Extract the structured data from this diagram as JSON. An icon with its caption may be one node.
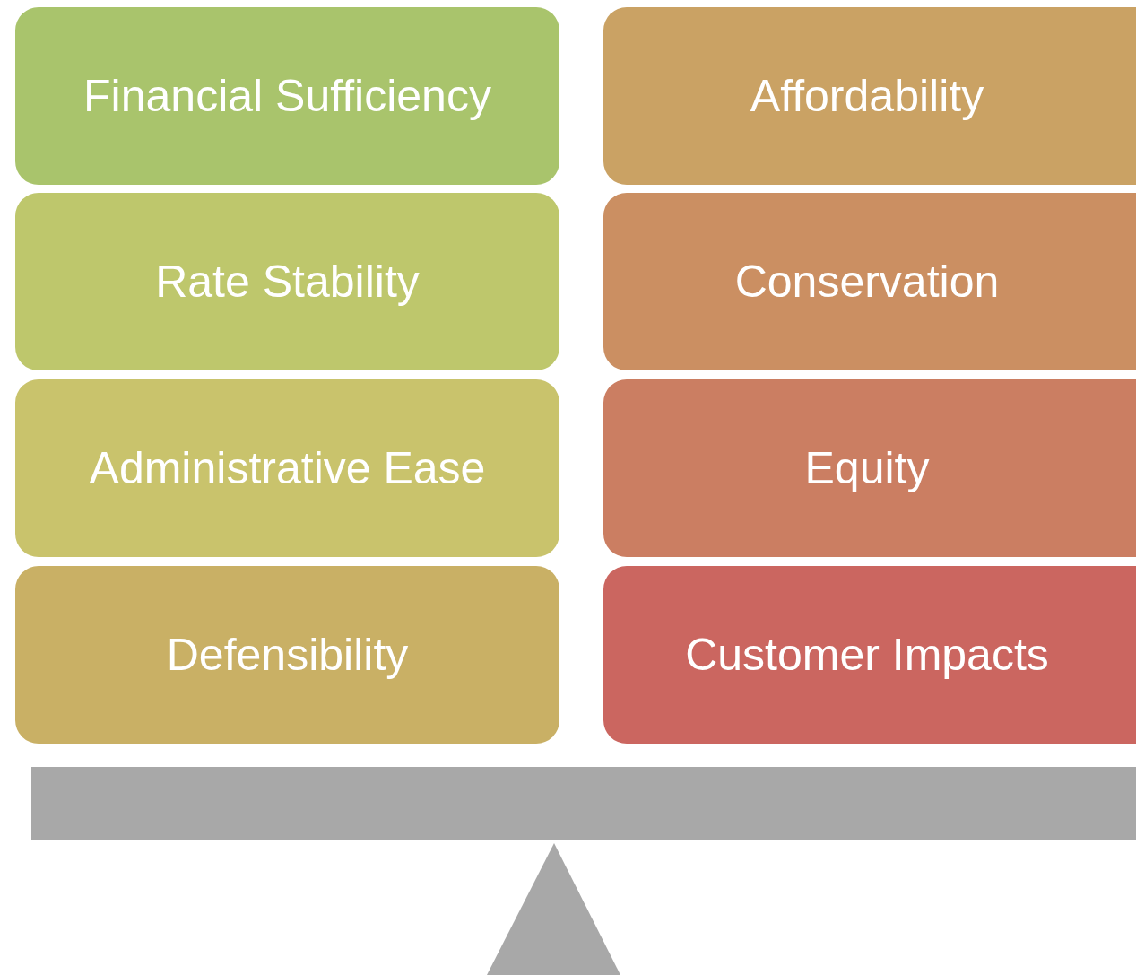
{
  "diagram": {
    "nodes": [
      {
        "text": [
          "Financial Sufficiency"
        ]
      },
      {
        "text": [
          "Rate Stability"
        ]
      },
      {
        "text": [
          "Administrative Ease"
        ]
      },
      {
        "text": [
          "Defensibility"
        ]
      },
      {
        "text": [
          "Affordability"
        ]
      },
      {
        "text": [
          "Conservation"
        ]
      },
      {
        "text": [
          "Equity"
        ]
      },
      {
        "text": [
          "Customer Impacts"
        ]
      }
    ],
    "edges": []
  }
}
